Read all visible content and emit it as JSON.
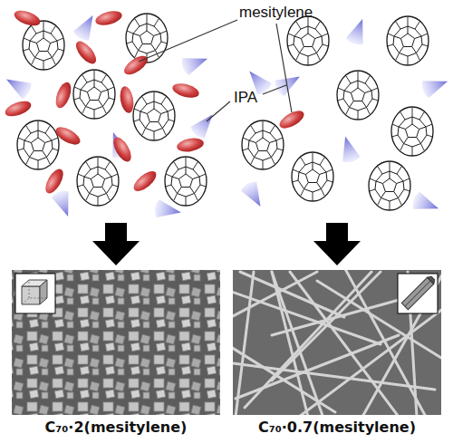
{
  "diagram": {
    "labels": [
      "mesitylene",
      "IPA",
      "C₇₀·2(mesitylene)",
      "C₇₀·0.7(mesitylene)"
    ]
  }
}
